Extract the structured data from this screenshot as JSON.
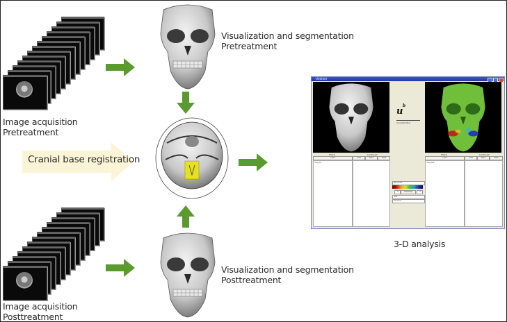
{
  "labels": {
    "acq_pre_line1": "Image acquisition",
    "acq_pre_line2": "Pretreatment",
    "acq_post_line1": "Image acquisition",
    "acq_post_line2": "Posttreatment",
    "vis_pre_line1": "Visualization and segmentation",
    "vis_pre_line2": "Pretreatment",
    "vis_post_line1": "Visualization and segmentation",
    "vis_post_line2": "Posttreatment",
    "registration": "Cranial base registration",
    "analysis": "3-D analysis"
  },
  "colors": {
    "arrow_green": "#5a9a2e",
    "registration_arrow": "#fbf4d6",
    "highlight_yellow": "#e8e020",
    "window_title_blue": "#2a44b0",
    "window_bg": "#ebe9d8",
    "skull_green": "#6fbf3a"
  },
  "window": {
    "title": "Untitled",
    "left_panel": {
      "col1_header": "Model",
      "col2_header": "Landmark",
      "load": "Load",
      "load2": "Load",
      "save": "Save",
      "clear": "Clear",
      "list_item": "mdl_pre"
    },
    "right_panel": {
      "col1_header": "Model",
      "col2_header": "Landmark",
      "load": "Load",
      "load2": "Load",
      "save": "Save",
      "clear": "Clear",
      "list_item": "mdl_post"
    },
    "center": {
      "logo_letter": "u",
      "logo_sup": "b",
      "logo_caption": "Universitat Bern",
      "select1": "ISO 3 LUT",
      "min_value": "0",
      "center_button": "Colormap",
      "max_value": "5",
      "select2": "Grid",
      "select3": "0.5 cm 2"
    }
  }
}
